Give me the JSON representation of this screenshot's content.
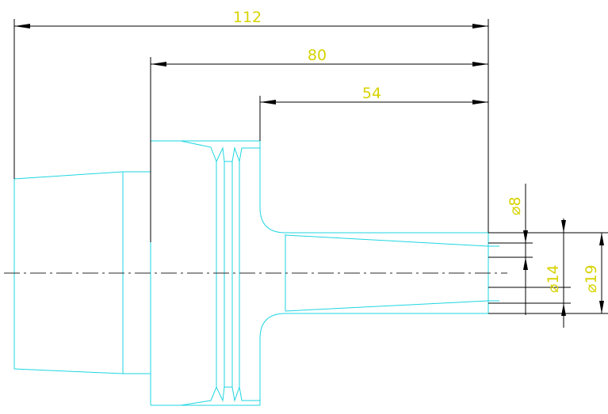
{
  "dimensions": {
    "overall_length": "112",
    "flange_to_nose": "80",
    "shoulder_to_nose": "54",
    "bore_small": "⌀8",
    "bore_mid": "⌀14",
    "nose_outer": "⌀19"
  },
  "colors": {
    "part_outline": "#1ed6e0",
    "dimension_text": "#d7d300",
    "dimension_lines": "#000000",
    "background": "#ffffff"
  }
}
